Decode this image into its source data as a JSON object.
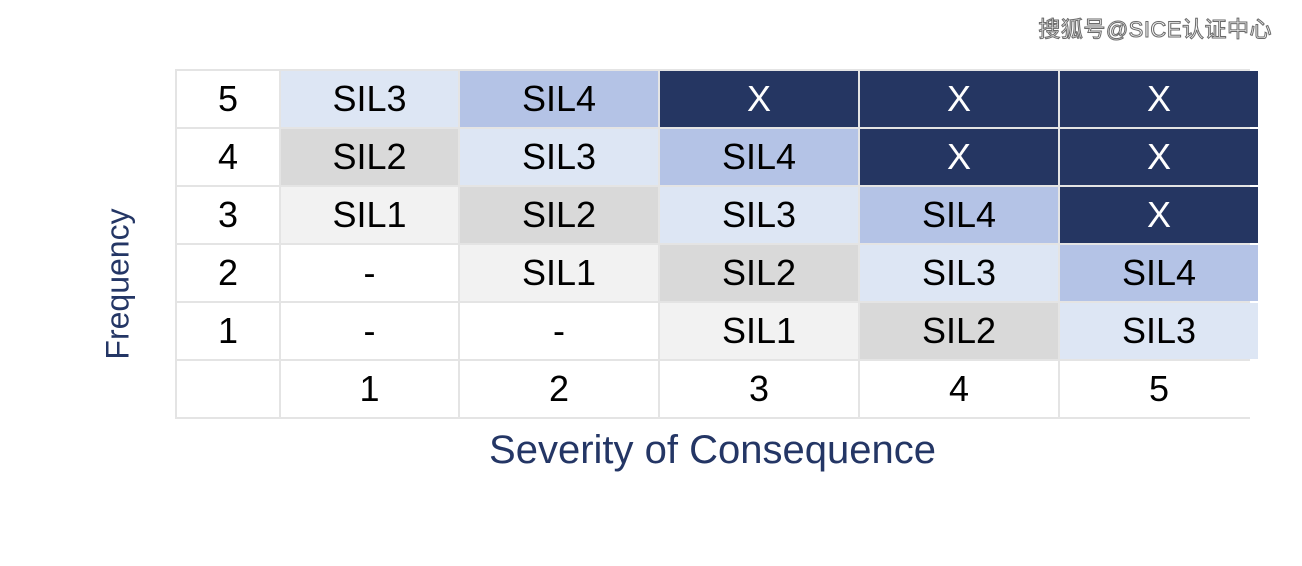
{
  "watermark": "搜狐号@SICE认证中心",
  "chart_data": {
    "type": "heatmap",
    "xlabel": "Severity of Consequence",
    "ylabel": "Frequency",
    "x_categories": [
      "1",
      "2",
      "3",
      "4",
      "5"
    ],
    "y_categories": [
      "5",
      "4",
      "3",
      "2",
      "1"
    ],
    "cells": [
      [
        "SIL3",
        "SIL4",
        "X",
        "X",
        "X"
      ],
      [
        "SIL2",
        "SIL3",
        "SIL4",
        "X",
        "X"
      ],
      [
        "SIL1",
        "SIL2",
        "SIL3",
        "SIL4",
        "X"
      ],
      [
        "-",
        "SIL1",
        "SIL2",
        "SIL3",
        "SIL4"
      ],
      [
        "-",
        "-",
        "SIL1",
        "SIL2",
        "SIL3"
      ]
    ],
    "levels": [
      [
        3,
        4,
        5,
        5,
        5
      ],
      [
        2,
        3,
        4,
        5,
        5
      ],
      [
        1,
        2,
        3,
        4,
        5
      ],
      [
        0,
        1,
        2,
        3,
        4
      ],
      [
        0,
        0,
        1,
        2,
        3
      ]
    ],
    "colors": {
      "level_0": "#ffffff",
      "level_1": "#f2f2f2",
      "level_2": "#d9d9d9",
      "level_3": "#dde6f4",
      "level_4": "#b4c3e6",
      "level_5": "#253662",
      "axis_label": "#243665"
    }
  }
}
